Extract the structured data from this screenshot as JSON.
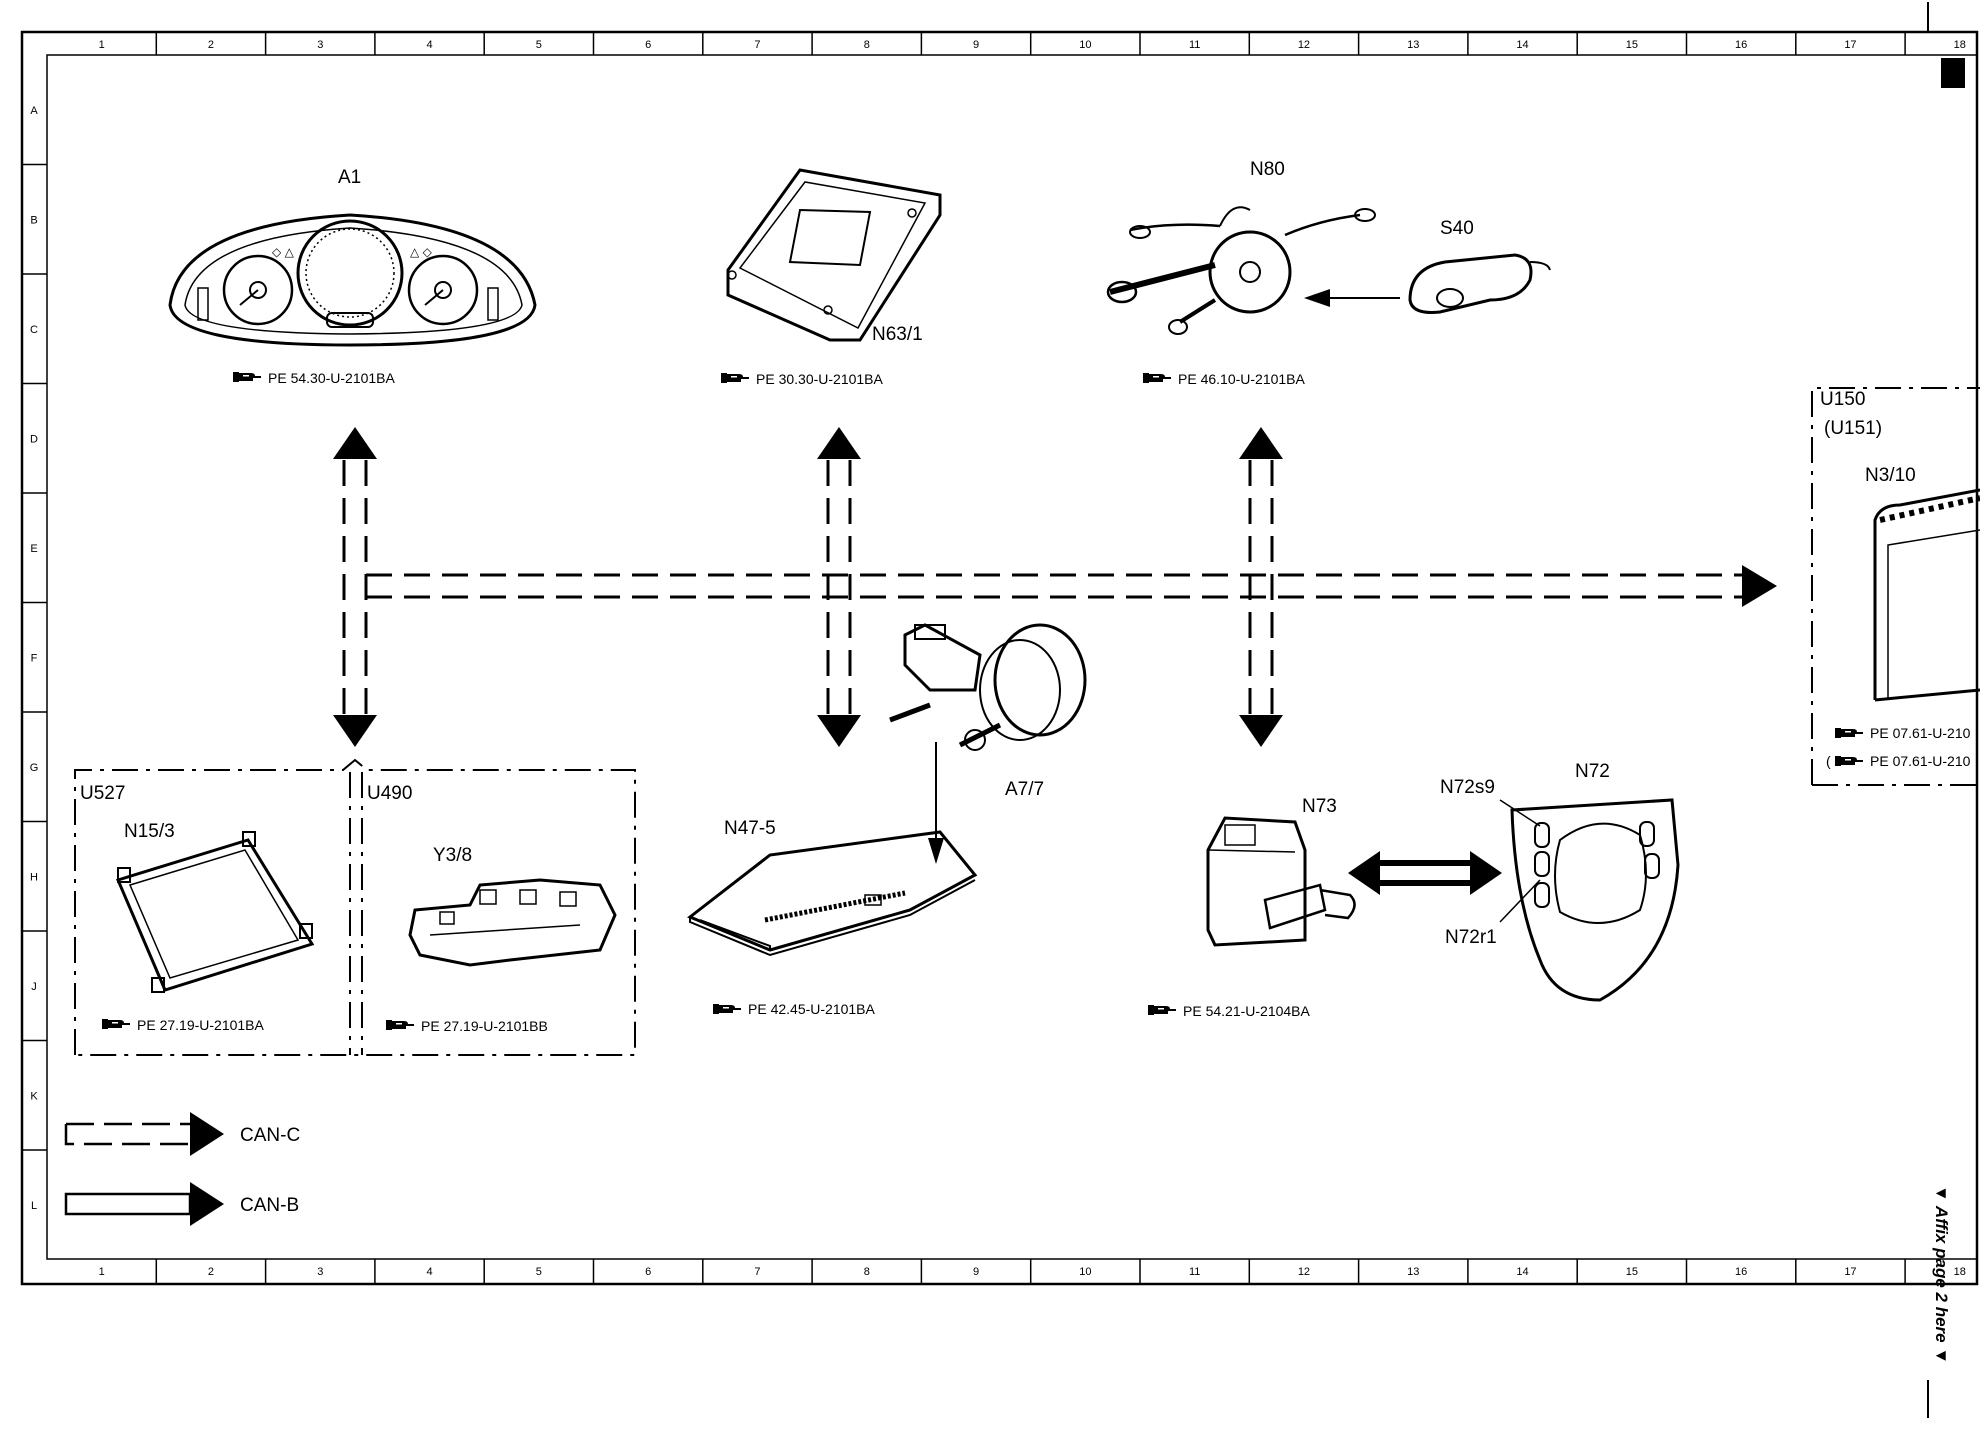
{
  "grid": {
    "columns": [
      "1",
      "2",
      "3",
      "4",
      "5",
      "6",
      "7",
      "8",
      "9",
      "10",
      "11",
      "12",
      "13",
      "14",
      "15",
      "16",
      "17",
      "18"
    ],
    "rows": [
      "A",
      "B",
      "C",
      "D",
      "E",
      "F",
      "G",
      "H",
      "J",
      "K",
      "L"
    ]
  },
  "components": {
    "a1": {
      "label": "A1",
      "ref": "PE 54.30-U-2101BA"
    },
    "n63_1": {
      "label": "N63/1",
      "ref": "PE 30.30-U-2101BA"
    },
    "n80": {
      "label": "N80",
      "ref": "PE 46.10-U-2101BA"
    },
    "s40": {
      "label": "S40"
    },
    "u150": {
      "label": "U150",
      "alt": "(U151)"
    },
    "n3_10": {
      "label": "N3/10",
      "ref": "PE 07.61-U-210",
      "ref_alt": "(",
      "ref_alt_text": "PE 07.61-U-210"
    },
    "u527": {
      "label": "U527"
    },
    "n15_3": {
      "label": "N15/3",
      "ref": "PE 27.19-U-2101BA"
    },
    "u490": {
      "label": "U490"
    },
    "y3_8": {
      "label": "Y3/8",
      "ref": "PE 27.19-U-2101BB"
    },
    "a7_7": {
      "label": "A7/7"
    },
    "n47_5": {
      "label": "N47-5",
      "ref": "PE 42.45-U-2101BA"
    },
    "n73": {
      "label": "N73",
      "ref": "PE 54.21-U-2104BA"
    },
    "n72": {
      "label": "N72"
    },
    "n72s9": {
      "label": "N72s9"
    },
    "n72r1": {
      "label": "N72r1"
    }
  },
  "legend": {
    "can_c": "CAN-C",
    "can_b": "CAN-B"
  },
  "side_note": "▼ Affix page 2 here ▼"
}
